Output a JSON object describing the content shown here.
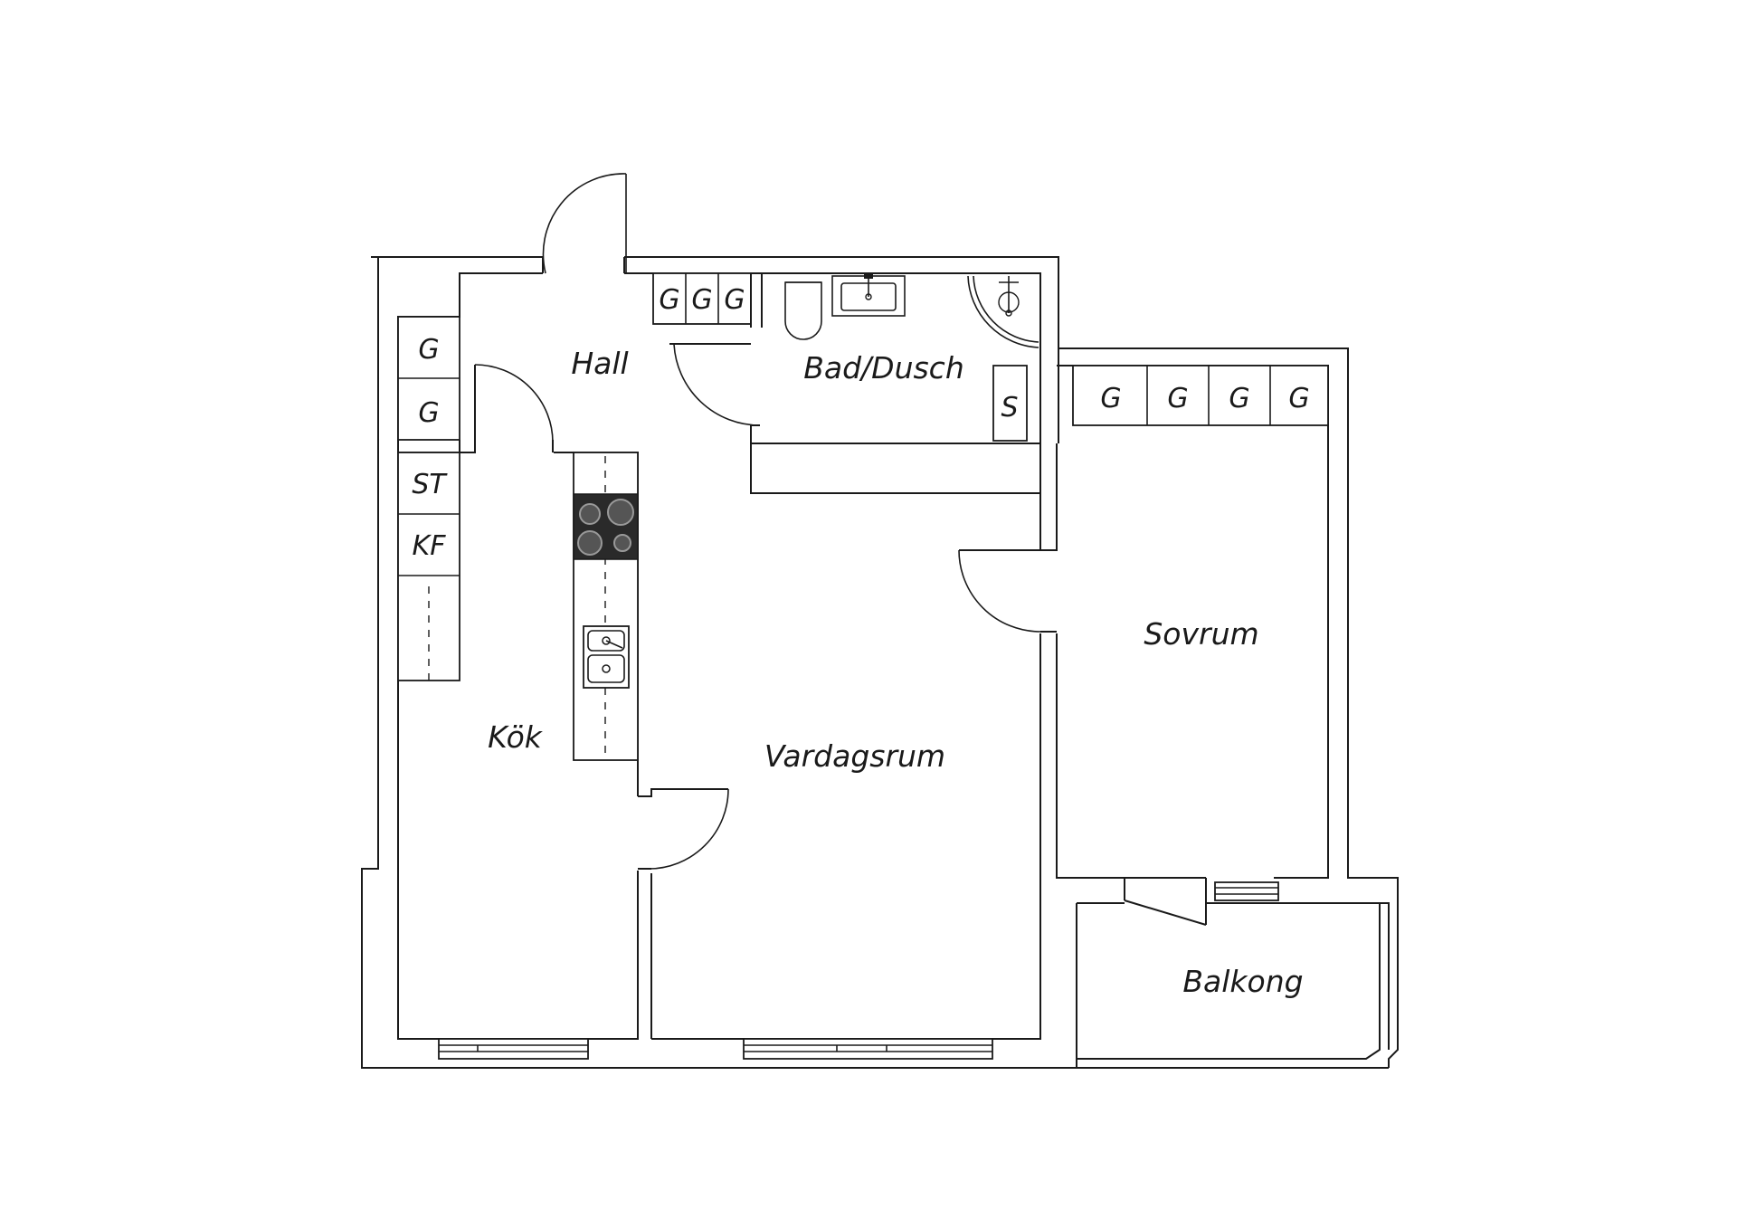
{
  "rooms": {
    "hall": "Hall",
    "bathroom": "Bad/Dusch",
    "kitchen": "Kök",
    "living_room": "Vardagsrum",
    "bedroom": "Sovrum",
    "balcony": "Balkong"
  },
  "storage": {
    "hall_top": [
      "G",
      "G",
      "G"
    ],
    "hall_left": [
      "G",
      "G"
    ],
    "bath_cabinet": "S",
    "bedroom_wardrobes": [
      "G",
      "G",
      "G",
      "G"
    ]
  },
  "kitchen_units": {
    "freezer": "ST",
    "fridge_freezer": "KF"
  },
  "colors": {
    "line": "#1a1a1a",
    "background": "#ffffff",
    "hob": "#2a2a2a",
    "hob_ring": "#777777"
  }
}
